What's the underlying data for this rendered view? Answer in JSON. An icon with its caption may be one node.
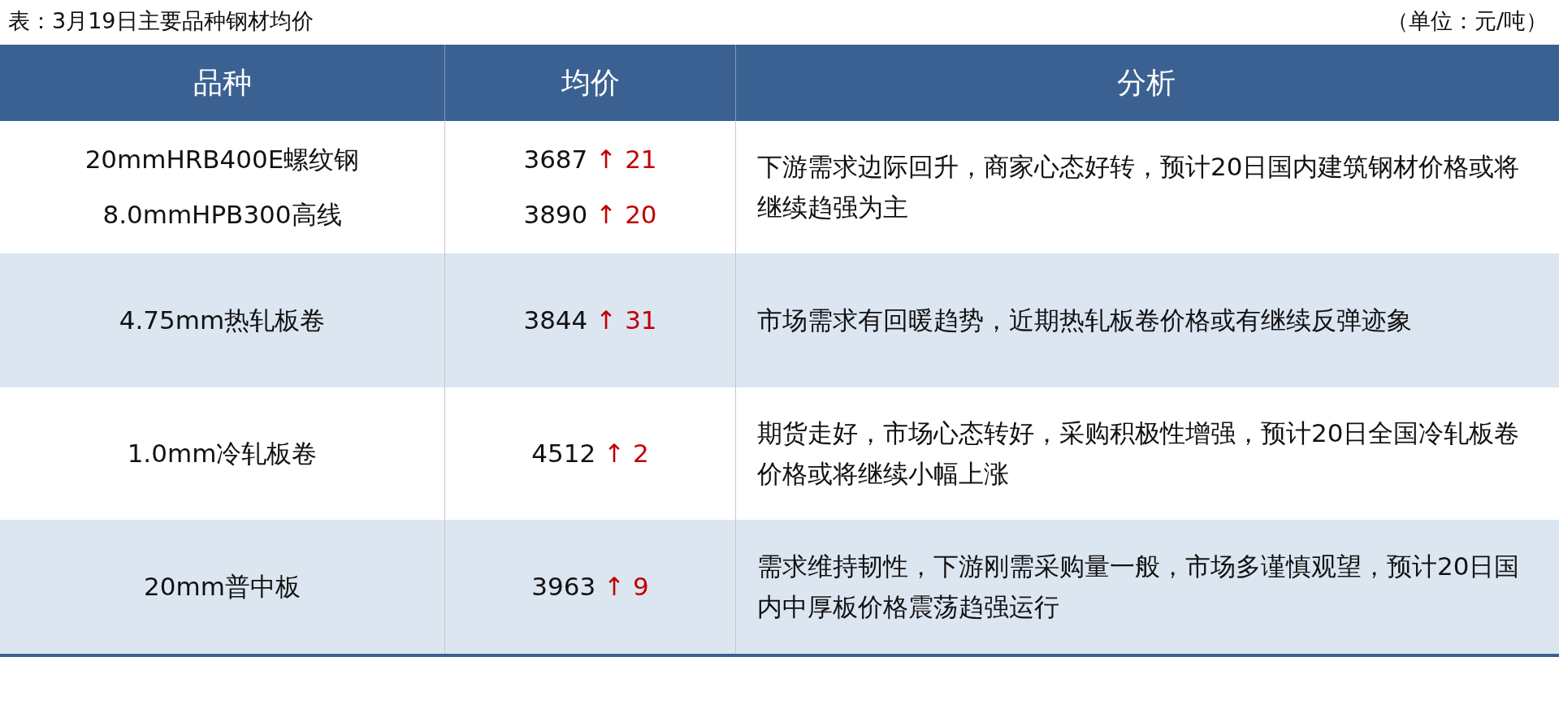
{
  "diagram": {
    "title": "表：3月19日主要品种钢材均价",
    "labels": [
      "（单位：元/吨）",
      "品种",
      "均价",
      "分析",
      "20mmHRB400E螺纹钢",
      "3687",
      "↑ 21",
      "下游需求边际回升，商家心态好转，预计20日国内建筑钢材价格或将继续趋强为主",
      "8.0mmHPB300高线",
      "3890",
      "↑ 20",
      "4.75mm热轧板卷",
      "3844",
      "↑ 31",
      "市场需求有回暖趋势，近期热轧板卷价格或有继续反弹迹象",
      "1.0mm冷轧板卷",
      "4512",
      "↑ 2",
      "期货走好，市场心态转好，采购积极性增强，预计20日全国冷轧板卷价格或将继续小幅上涨",
      "20mm普中板",
      "3963",
      "↑ 9",
      "需求维持韧性，下游刚需采购量一般，市场多谨慎观望，预计20日国内中厚板价格震荡趋强运行"
    ]
  }
}
